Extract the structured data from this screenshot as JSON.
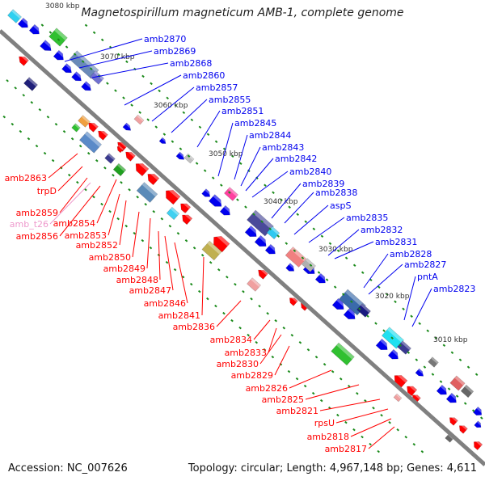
{
  "title": "Magnetospirillum magneticum AMB-1, complete genome",
  "footer": {
    "accession": "Accession: NC_007626",
    "topology": "Topology: circular; Length: 4,967,148 bp; Genes: 4,611"
  },
  "colors": {
    "backbone": "#808080",
    "plus_strand_cds": "#0000ee",
    "minus_strand_cds": "#ff0000",
    "rna": "#ee99cc",
    "tick": "#1a8a1a"
  },
  "scale_labels": [
    "3080 kbp",
    "3070 kbp",
    "3060 kbp",
    "3050 kbp",
    "3040 kbp",
    "3030 kbp",
    "3020 kbp",
    "3010 kbp"
  ],
  "top_genes": [
    "amb2870",
    "amb2869",
    "amb2868",
    "amb2860",
    "amb2857",
    "amb2855",
    "amb2851",
    "amb2845",
    "amb2844",
    "amb2843",
    "amb2842",
    "amb2840",
    "amb2839",
    "amb2838",
    "aspS",
    "amb2835",
    "amb2832",
    "amb2831",
    "amb2828",
    "amb2827",
    "pntA",
    "amb2823"
  ],
  "bottom_genes": [
    "amb2863",
    "trpD",
    "amb2859",
    "amb_t26",
    "amb2856",
    "amb2854",
    "amb2853",
    "amb2852",
    "amb2850",
    "amb2849",
    "amb2848",
    "amb2847",
    "amb2846",
    "amb2841",
    "amb2836",
    "amb2834",
    "amb2833",
    "amb2830",
    "amb2829",
    "amb2826",
    "amb2825",
    "amb2821",
    "rpsU",
    "amb2818",
    "amb2817"
  ]
}
